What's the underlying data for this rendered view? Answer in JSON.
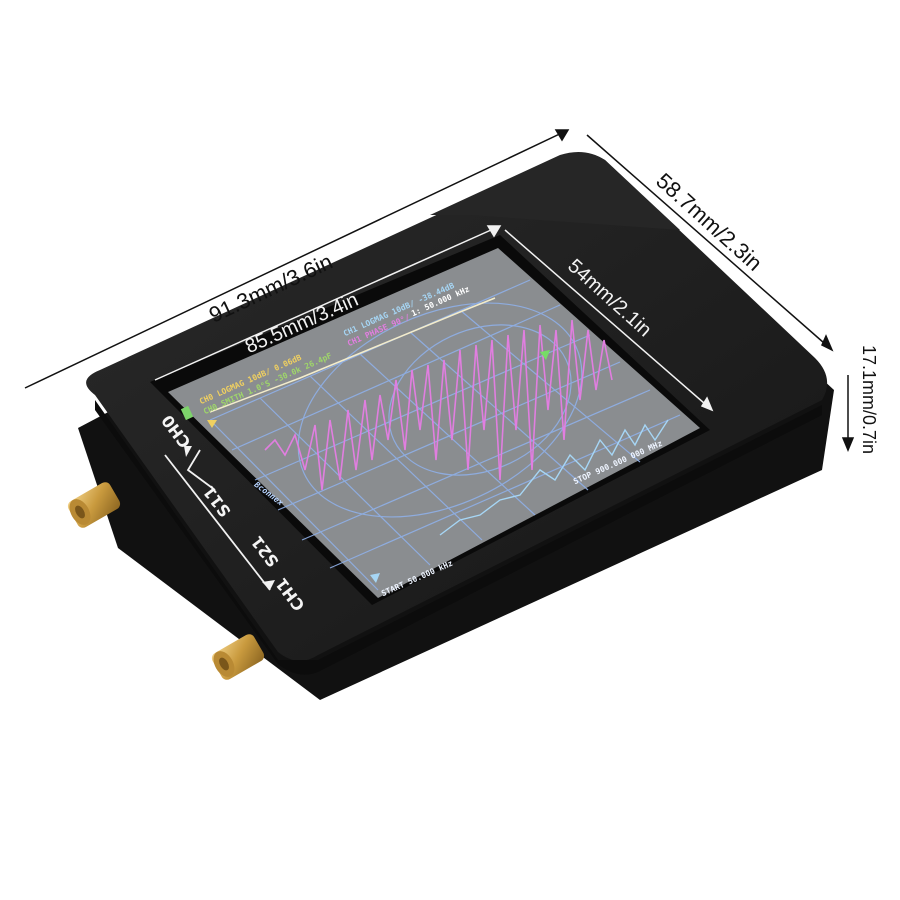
{
  "dimensions": {
    "overall_length": "91.3mm/3.6in",
    "screen_length": "85.5mm/3.4in",
    "overall_width": "58.7mm/2.3in",
    "screen_width": "54mm/2.1in",
    "thickness": "17.1mm/0.7in"
  },
  "device": {
    "port_labels": {
      "ch0": "CH0",
      "s11": "S11",
      "s21": "S21",
      "ch1": "CH1"
    },
    "colors": {
      "body": "#1f1f1f",
      "screen_bg": "#8a8d90",
      "connector": "#c9a24a",
      "grid": "#8fb0e8",
      "trace_ch0": "#e17ee0",
      "trace_ch1": "#a6d6f5",
      "trace_ref": "#f3eccb"
    },
    "screen": {
      "ch0_line1": "CH0 LOGMAG 10dB/ 0.06dB",
      "ch0_line2": "CH0 SMITH 1.0°S  -30.0k  26.4pF",
      "ch1_line1": "CH1 LOGMAG 10dB/ -38.44dB",
      "ch1_line2": "CH1 PHASE 90°/",
      "marker_freq": "1: 50.000 kHz",
      "start": "START 50.000 kHz",
      "stop": "STOP 900.000 000 MHz",
      "brand": "Bconnex"
    }
  }
}
